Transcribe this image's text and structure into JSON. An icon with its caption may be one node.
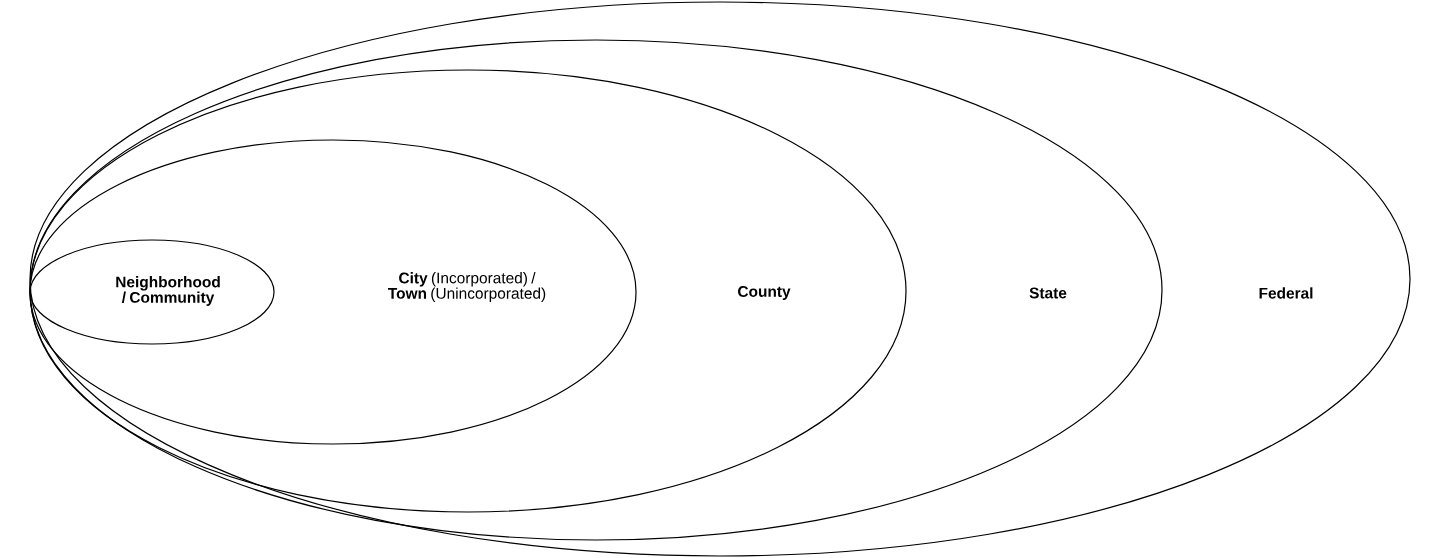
{
  "diagram": {
    "nodes": [
      {
        "text": [
          "Federal"
        ]
      },
      {
        "text": [
          "State"
        ],
        "in": 0
      },
      {
        "text": [
          "County"
        ],
        "in": 1
      },
      {
        "text": [
          "**City** (Incorporated) / **Town** (Unincorporated)"
        ],
        "in": 2
      },
      {
        "text": [
          "Neighborhood / Community"
        ],
        "in": 3
      }
    ]
  }
}
